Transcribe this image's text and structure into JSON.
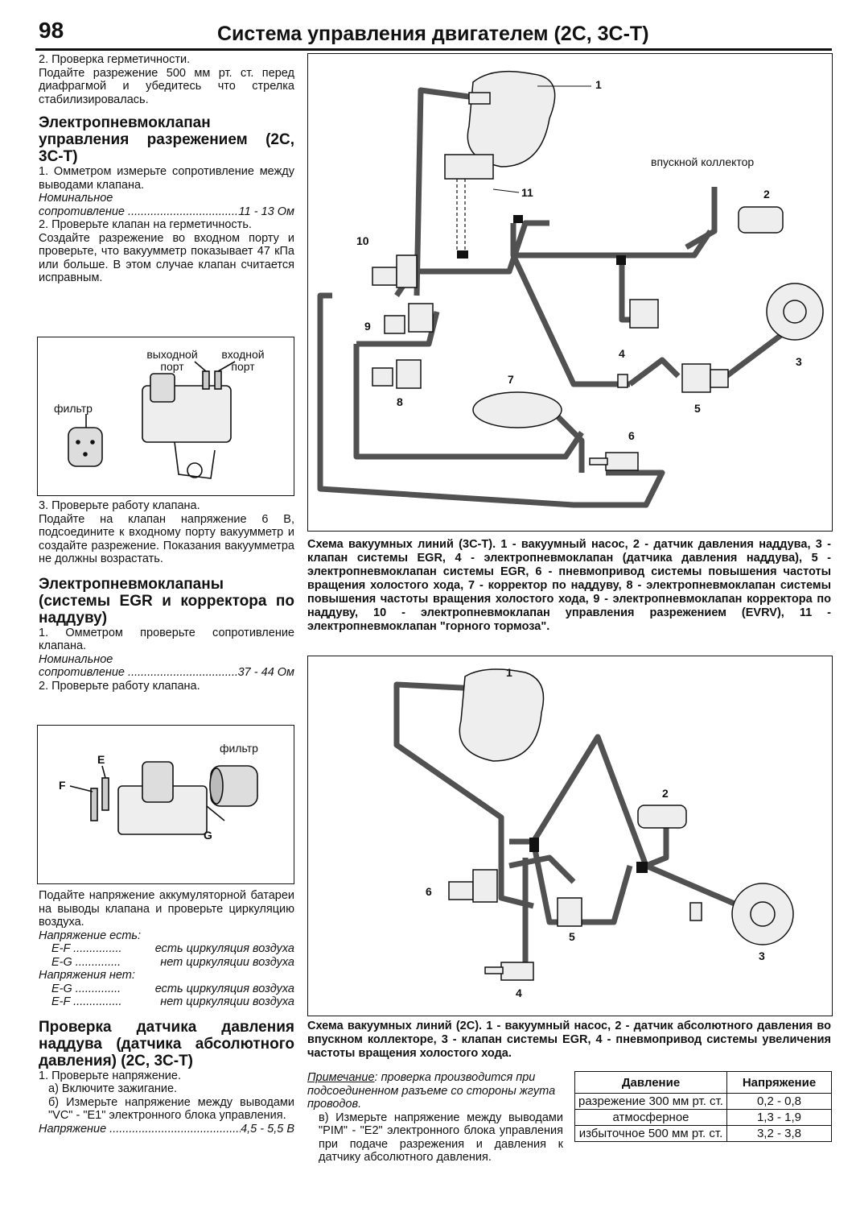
{
  "header": {
    "page_number": "98",
    "title": "Система управления двигателем (2С, 3С-Т)"
  },
  "left": {
    "intro_step": "2. Проверка герметичности.",
    "intro_text": "Подайте разрежение 500 мм рт. ст. перед диафрагмой и убедитесь что стрелка стабилизировалась.",
    "s1_heading": "Электропневмоклапан управления разрежением (2С, 3С-Т)",
    "s1_p1": "1. Омметром измерьте сопротивление между выводами клапана.",
    "s1_nominal_label": "Номинальное",
    "s1_resist_label": "сопротивление",
    "s1_resist_value": "11 - 13 Ом",
    "s1_p2": "2. Проверьте клапан на герметичность.",
    "s1_p3": "Создайте разрежение во входном порту и проверьте, что вакуумметр показывает 47 кПа или больше. В этом случае клапан считается исправным.",
    "fig1": {
      "out_port": "выходной порт",
      "in_port": "входной порт",
      "filter": "фильтр"
    },
    "s1_p4": "3. Проверьте работу клапана.",
    "s1_p5": "Подайте на клапан напряжение 6 В, подсоедините к входному порту вакуумметр и создайте разрежение. Показания вакуумметра не должны возрастать.",
    "s2_heading": "Электропневмоклапаны (системы EGR и корректора по наддуву)",
    "s2_p1": "1. Омметром проверьте сопротивление клапана.",
    "s2_nominal_label": "Номинальное",
    "s2_resist_label": "сопротивление",
    "s2_resist_value": "37 - 44 Ом",
    "s2_p2": "2. Проверьте работу клапана.",
    "fig2": {
      "filter": "фильтр",
      "e": "E",
      "f": "F",
      "g": "G"
    },
    "s2_p3": "Подайте напряжение аккумуляторной батареи на выводы клапана и проверьте циркуляцию воздуха.",
    "volt_on": "Напряжение есть:",
    "on_ef": "E-F",
    "on_ef_val": "есть циркуляция воздуха",
    "on_eg": "E-G",
    "on_eg_val": "нет циркуляции воздуха",
    "volt_off": "Напряжения нет:",
    "off_eg": "E-G",
    "off_eg_val": "есть циркуляция воздуха",
    "off_ef": "E-F",
    "off_ef_val": "нет циркуляции воздуха",
    "s3_heading": "Проверка датчика давления наддува (датчика абсолютного давления) (2С, 3С-Т)",
    "s3_p1": "1. Проверьте напряжение.",
    "s3_a": "а) Включите зажигание.",
    "s3_b": "б) Измерьте напряжение между выводами \"VC\" - \"E1\" электронного блока управления.",
    "s3_volt_label": "Напряжение",
    "s3_volt_value": "4,5 - 5,5 В"
  },
  "diagram1": {
    "labels": {
      "n1": "1",
      "n2": "2",
      "n3": "3",
      "n4": "4",
      "n5": "5",
      "n6": "6",
      "n7": "7",
      "n8": "8",
      "n9": "9",
      "n10": "10",
      "n11": "11",
      "intake": "впускной коллектор"
    },
    "caption": "Схема вакуумных линий (3С-Т). 1 - вакуумный насос, 2 - датчик давления наддува, 3 - клапан системы EGR, 4 - электропневмоклапан (датчика давления наддува), 5 - электропневмоклапан системы EGR, 6 - пневмопривод системы повышения частоты вращения холостого хода, 7 - корректор по наддуву, 8 - электропневмоклапан системы повышения частоты вращения холостого хода, 9 - электропневмоклапан корректора по наддуву, 10 - электропневмоклапан управления разрежением (EVRV), 11 - электропневмоклапан \"горного тормоза\"."
  },
  "diagram2": {
    "labels": {
      "n1": "1",
      "n2": "2",
      "n3": "3",
      "n4": "4",
      "n5": "5",
      "n6": "6"
    },
    "caption": "Схема вакуумных линий (2С). 1 - вакуумный насос, 2 - датчик абсолютного давления во впускном коллекторе, 3 - клапан системы EGR, 4 - пневмопривод системы увеличения частоты вращения холостого хода."
  },
  "note": {
    "label": "Примечание",
    "text": ": проверка производится при подсоединенном разъеме со стороны жгута проводов.",
    "step_c": "в) Измерьте напряжение между выводами \"PIM\" - \"E2\" электронного блока управления при подаче разрежения и давления к датчику абсолютного давления."
  },
  "table": {
    "headers": [
      "Давление",
      "Напряжение"
    ],
    "rows": [
      {
        "pressure": "разрежение 300 мм рт. ст.",
        "voltage": "0,2 - 0,8"
      },
      {
        "pressure": "атмосферное",
        "voltage": "1,3 - 1,9"
      },
      {
        "pressure": "избыточное 500 мм рт. ст.",
        "voltage": "3,2 - 3,8"
      }
    ]
  }
}
